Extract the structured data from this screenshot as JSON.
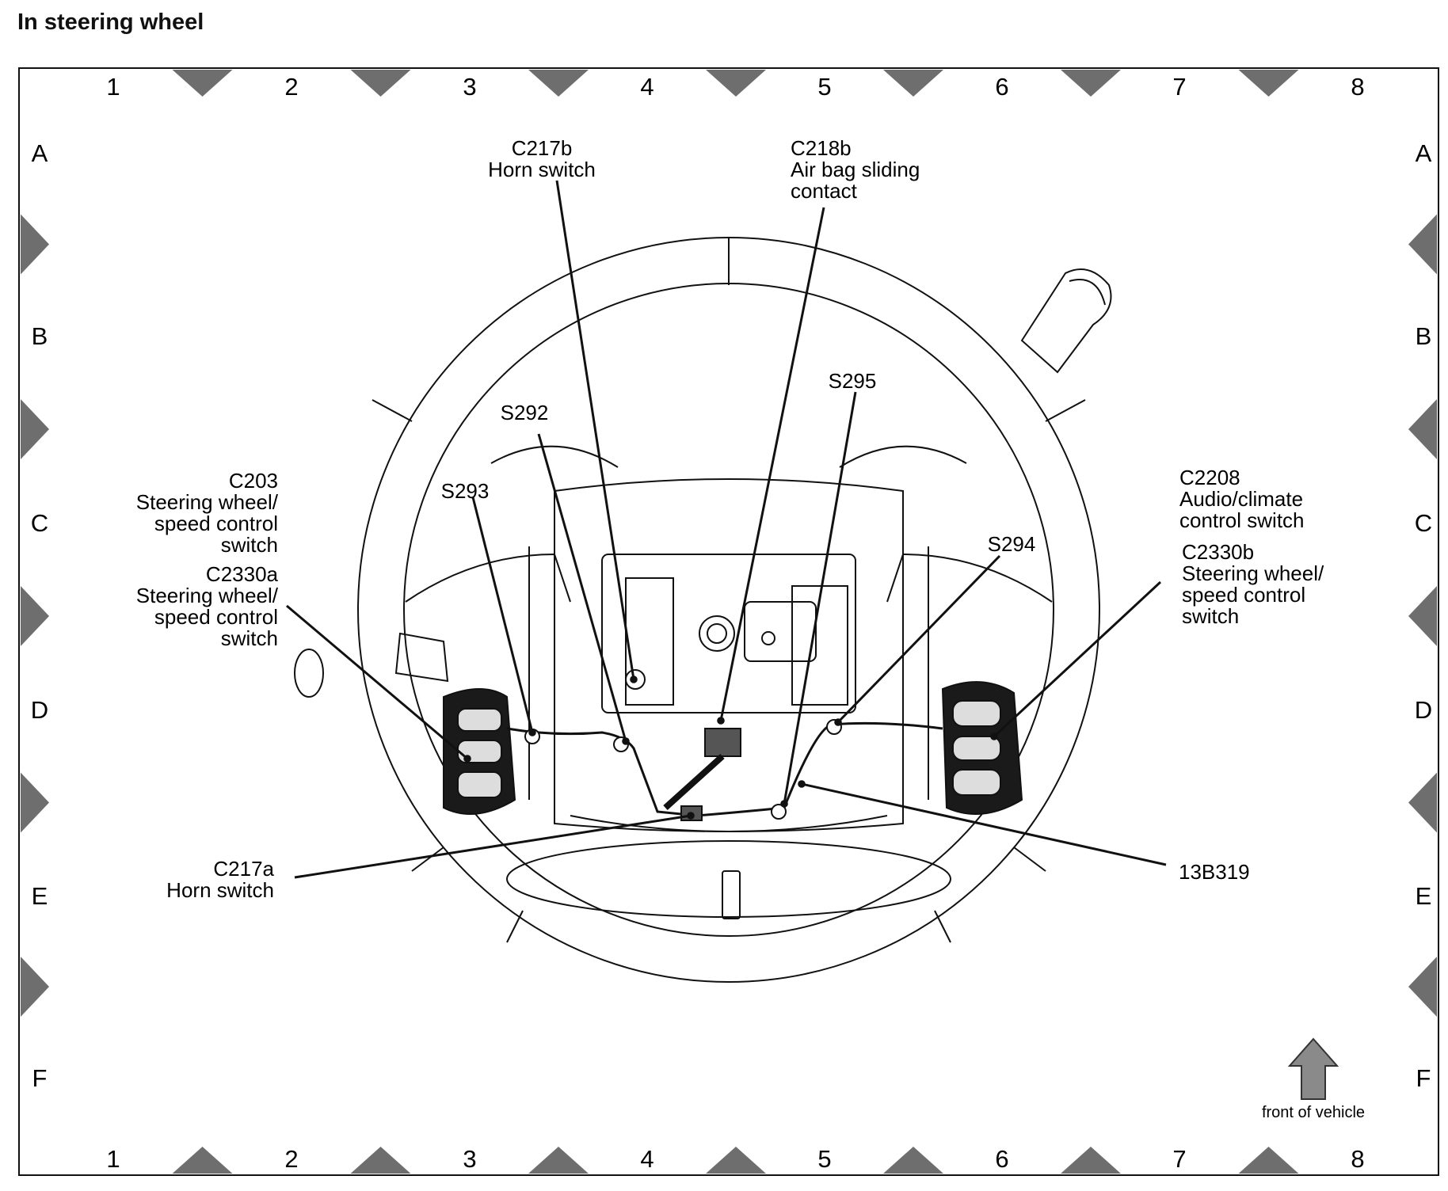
{
  "title": "In steering wheel",
  "grid": {
    "columns": [
      "1",
      "2",
      "3",
      "4",
      "5",
      "6",
      "7",
      "8"
    ],
    "rows": [
      "A",
      "B",
      "C",
      "D",
      "E",
      "F"
    ]
  },
  "callouts": {
    "c217b": [
      "C217b",
      "Horn switch"
    ],
    "c218b": [
      "C218b",
      "Air bag sliding",
      "contact"
    ],
    "s292": [
      "S292"
    ],
    "s293": [
      "S293"
    ],
    "s295": [
      "S295"
    ],
    "s294": [
      "S294"
    ],
    "c203": [
      "C203",
      "Steering wheel/",
      "speed control",
      "switch"
    ],
    "c2330a": [
      "C2330a",
      "Steering wheel/",
      "speed control",
      "switch"
    ],
    "c2208": [
      "C2208",
      "Audio/climate",
      "control switch"
    ],
    "c2330b": [
      "C2330b",
      "Steering wheel/",
      "speed control",
      "switch"
    ],
    "c217a": [
      "C217a",
      "Horn switch"
    ],
    "13b319": [
      "13B319"
    ]
  },
  "front_of_vehicle": "front of vehicle",
  "colors": {
    "ink": "#111111",
    "marker": "#6e6e6e",
    "paper": "#ffffff"
  }
}
